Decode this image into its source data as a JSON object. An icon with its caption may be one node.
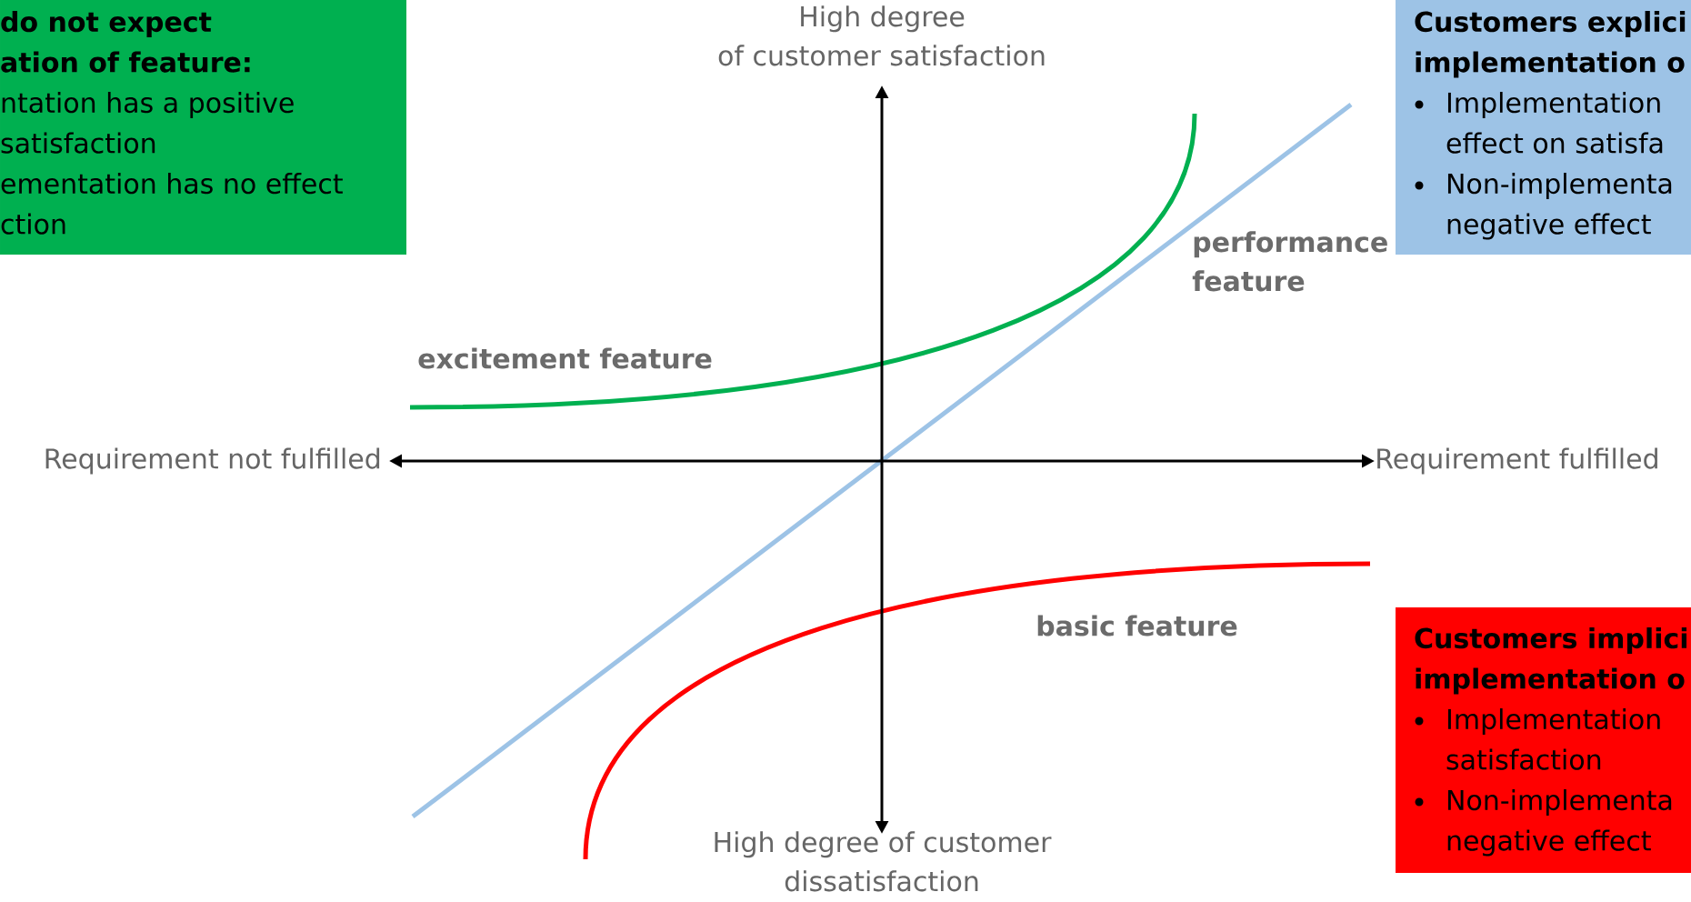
{
  "diagram": {
    "nodes": [
      {
        "text": [
          "do not expect ation of feature:",
          "ntation has a positive satisfaction",
          "ementation has no effect ction"
        ]
      },
      {
        "text": [
          "Customers explici implementation o",
          "Implementation effect on satisfa",
          "Non-implementa negative effect"
        ]
      },
      {
        "text": [
          "Customers implici implementation o",
          "Implementation satisfaction",
          "Non-implementa negative effect"
        ]
      }
    ],
    "labels": [
      "High degree of customer satisfaction",
      "excitement feature",
      "performance feature",
      "Requirement not fulfilled",
      "Requirement fulfilled",
      "basic feature",
      "High degree of customer dissatisfaction"
    ]
  }
}
